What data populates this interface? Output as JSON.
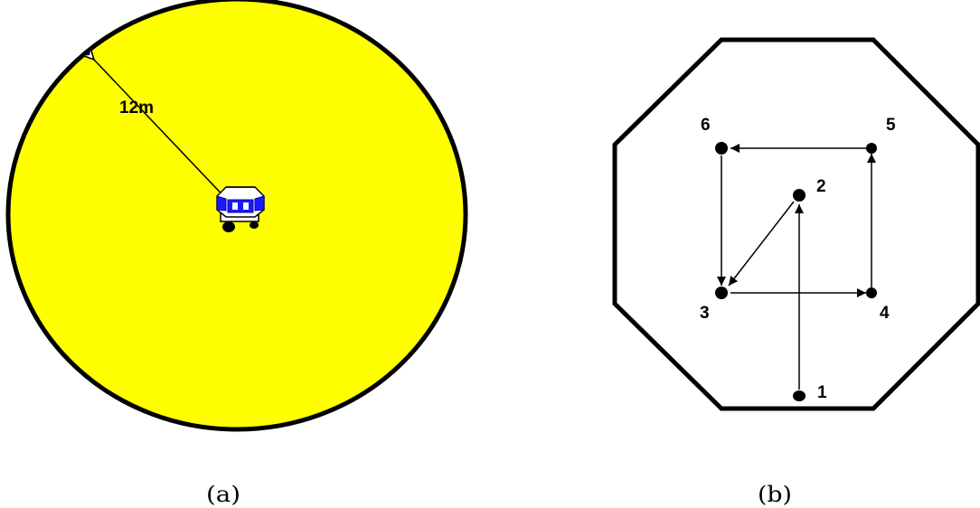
{
  "colors": {
    "range_fill": "#ffff00",
    "outline": "#000000",
    "robot_blue": "#1a1aff",
    "background": "#ffffff"
  },
  "panel_a": {
    "caption": "(a)",
    "range_label": "12m",
    "robot_icon": "robot-icon"
  },
  "panel_b": {
    "caption": "(b)",
    "points": [
      {
        "id": "1",
        "label": "1"
      },
      {
        "id": "2",
        "label": "2"
      },
      {
        "id": "3",
        "label": "3"
      },
      {
        "id": "4",
        "label": "4"
      },
      {
        "id": "5",
        "label": "5"
      },
      {
        "id": "6",
        "label": "6"
      }
    ],
    "path": [
      {
        "from": "1",
        "to": "2"
      },
      {
        "from": "2",
        "to": "3"
      },
      {
        "from": "3",
        "to": "4"
      },
      {
        "from": "4",
        "to": "5"
      },
      {
        "from": "5",
        "to": "6"
      },
      {
        "from": "6",
        "to": "3"
      }
    ]
  }
}
